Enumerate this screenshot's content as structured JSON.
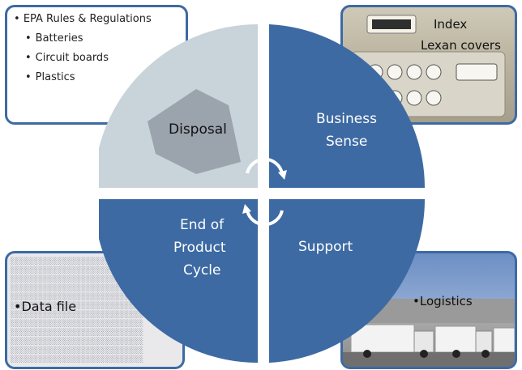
{
  "regulations": {
    "heading": "EPA Rules & Regulations",
    "items": [
      "Batteries",
      "Circuit boards",
      "Plastics"
    ]
  },
  "quadrants": {
    "disposal": "Disposal",
    "business_sense": [
      "Business",
      "Sense"
    ],
    "end_of_product_cycle": [
      "End of",
      "Product",
      "Cycle"
    ],
    "support": "Support"
  },
  "photos": {
    "meter": {
      "lines": [
        "Index",
        "Lexan covers"
      ]
    },
    "data_file": {
      "label": "Data file"
    },
    "logistics": {
      "label": "Logistics"
    }
  },
  "colors": {
    "accent": "#3d6aa3",
    "segment": "#3d6aa3",
    "callout_border": "#3d6aa3"
  }
}
